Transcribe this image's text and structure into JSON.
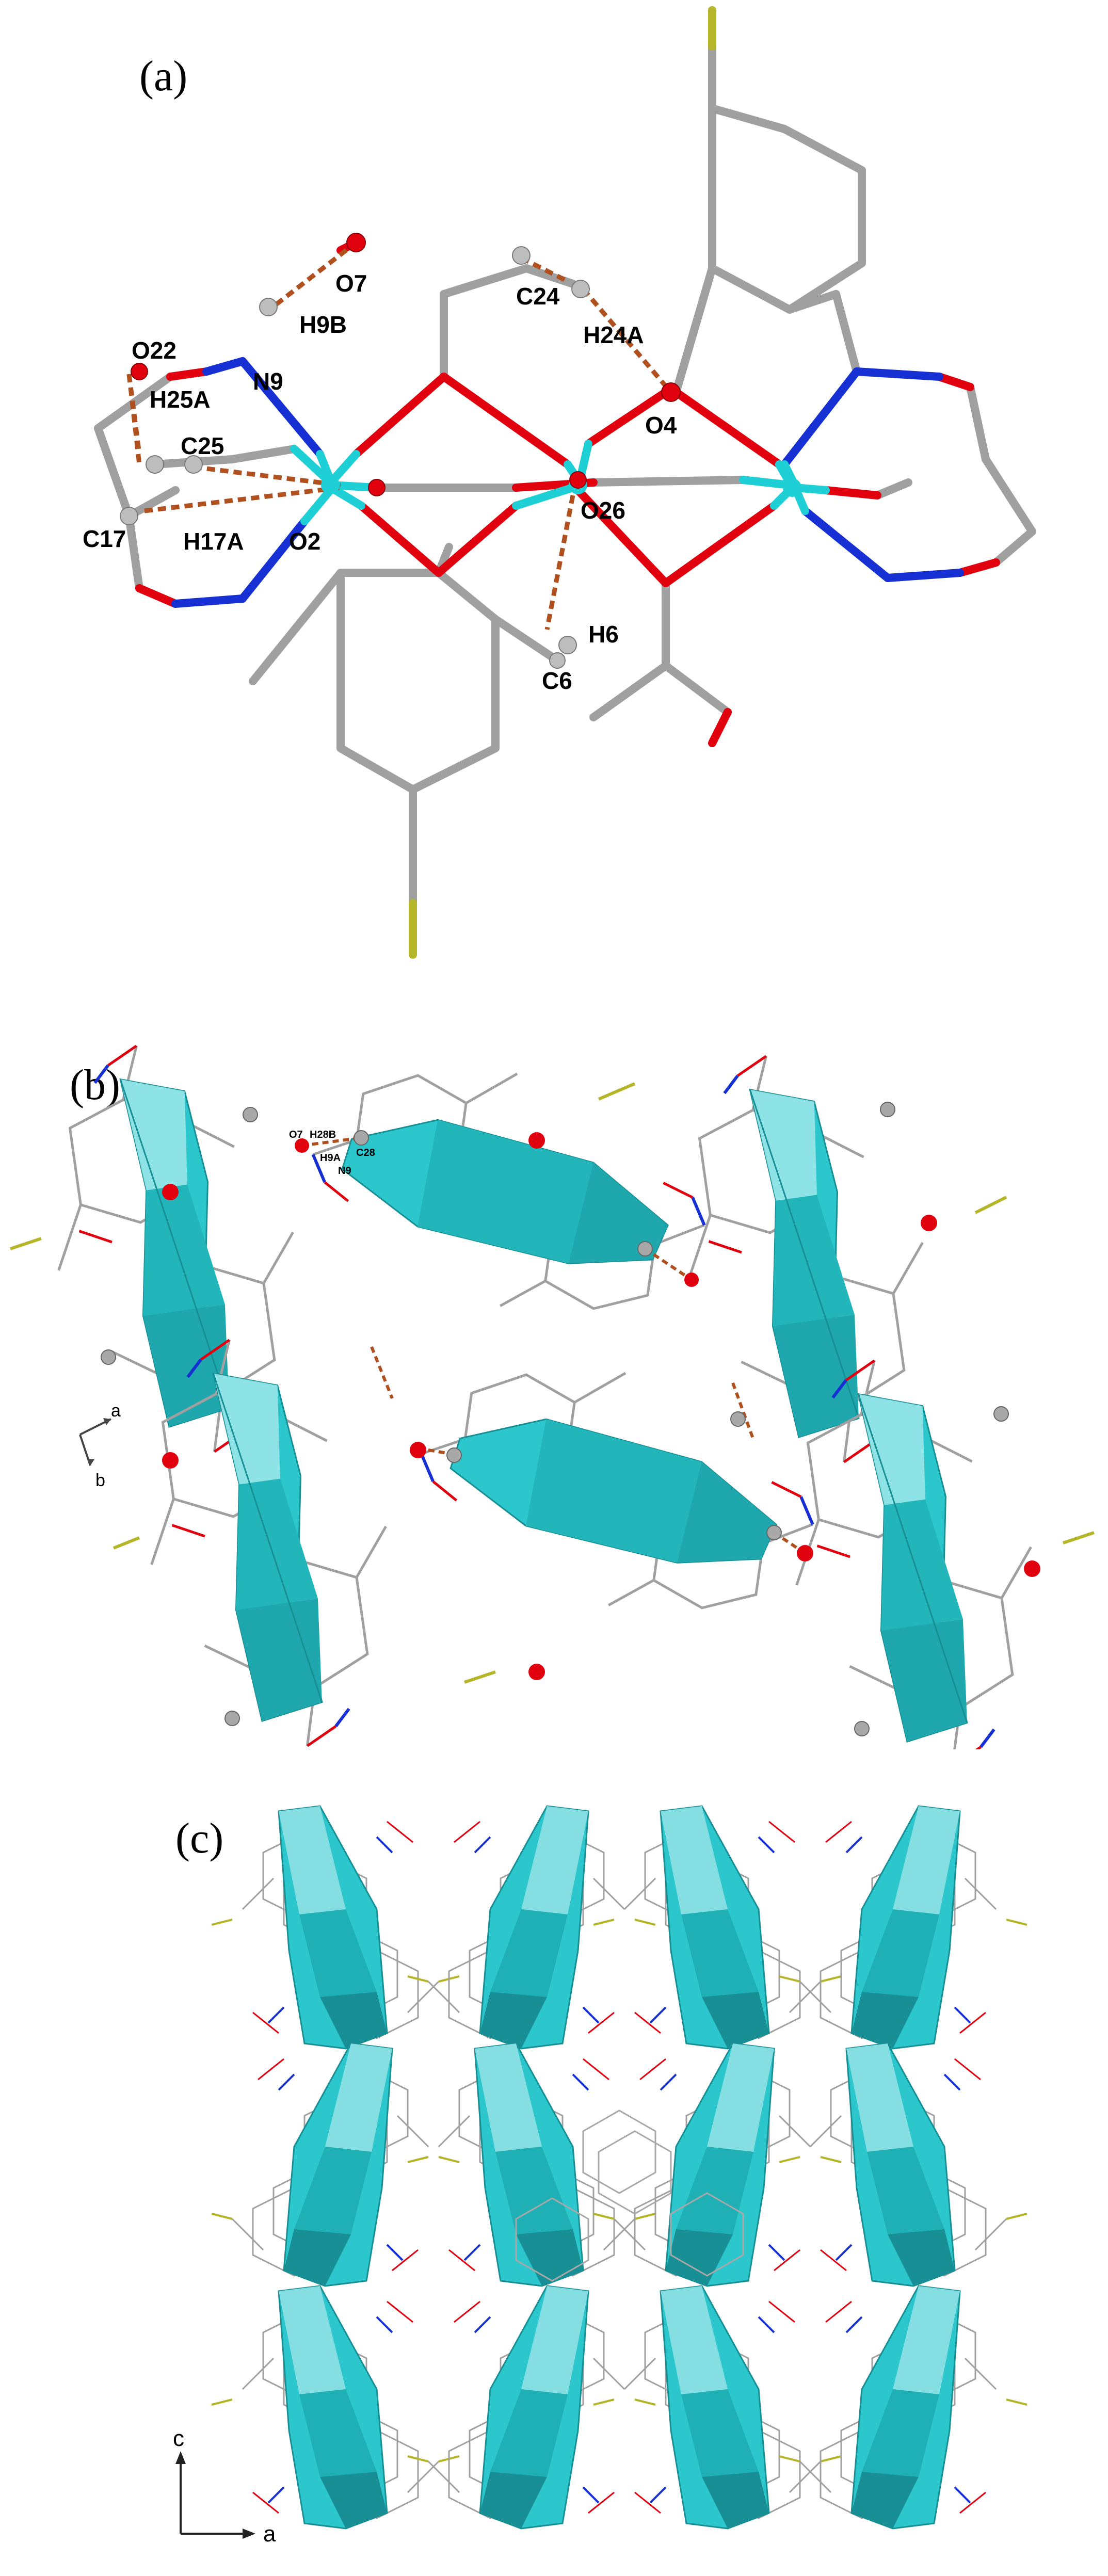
{
  "colors": {
    "carbon_bond": "#a0a0a0",
    "oxygen": "#e0000e",
    "nitrogen": "#1630d4",
    "metal": "#1ecfd6",
    "halogen": "#b5b52a",
    "hbond": "#b0501e",
    "polyhedron": "#2cc7cc",
    "polyhedron_dark": "#178f94"
  },
  "panel_a": {
    "label": "(a)",
    "atoms": {
      "O7": "O7",
      "H9B": "H9B",
      "C24": "C24",
      "H24A": "H24A",
      "O22": "O22",
      "N9": "N9",
      "H25A": "H25A",
      "C25": "C25",
      "O4": "O4",
      "C17": "C17",
      "H17A": "H17A",
      "O2": "O2",
      "O26": "O26",
      "H6": "H6",
      "C6": "C6"
    }
  },
  "panel_b": {
    "label": "(b)",
    "atoms": {
      "O7": "O7",
      "H28B": "H28B",
      "C28": "C28",
      "H9A": "H9A",
      "N9": "N9"
    },
    "axes": {
      "a": "a",
      "b": "b"
    }
  },
  "panel_c": {
    "label": "(c)",
    "axes": {
      "c": "c",
      "a": "a"
    }
  }
}
